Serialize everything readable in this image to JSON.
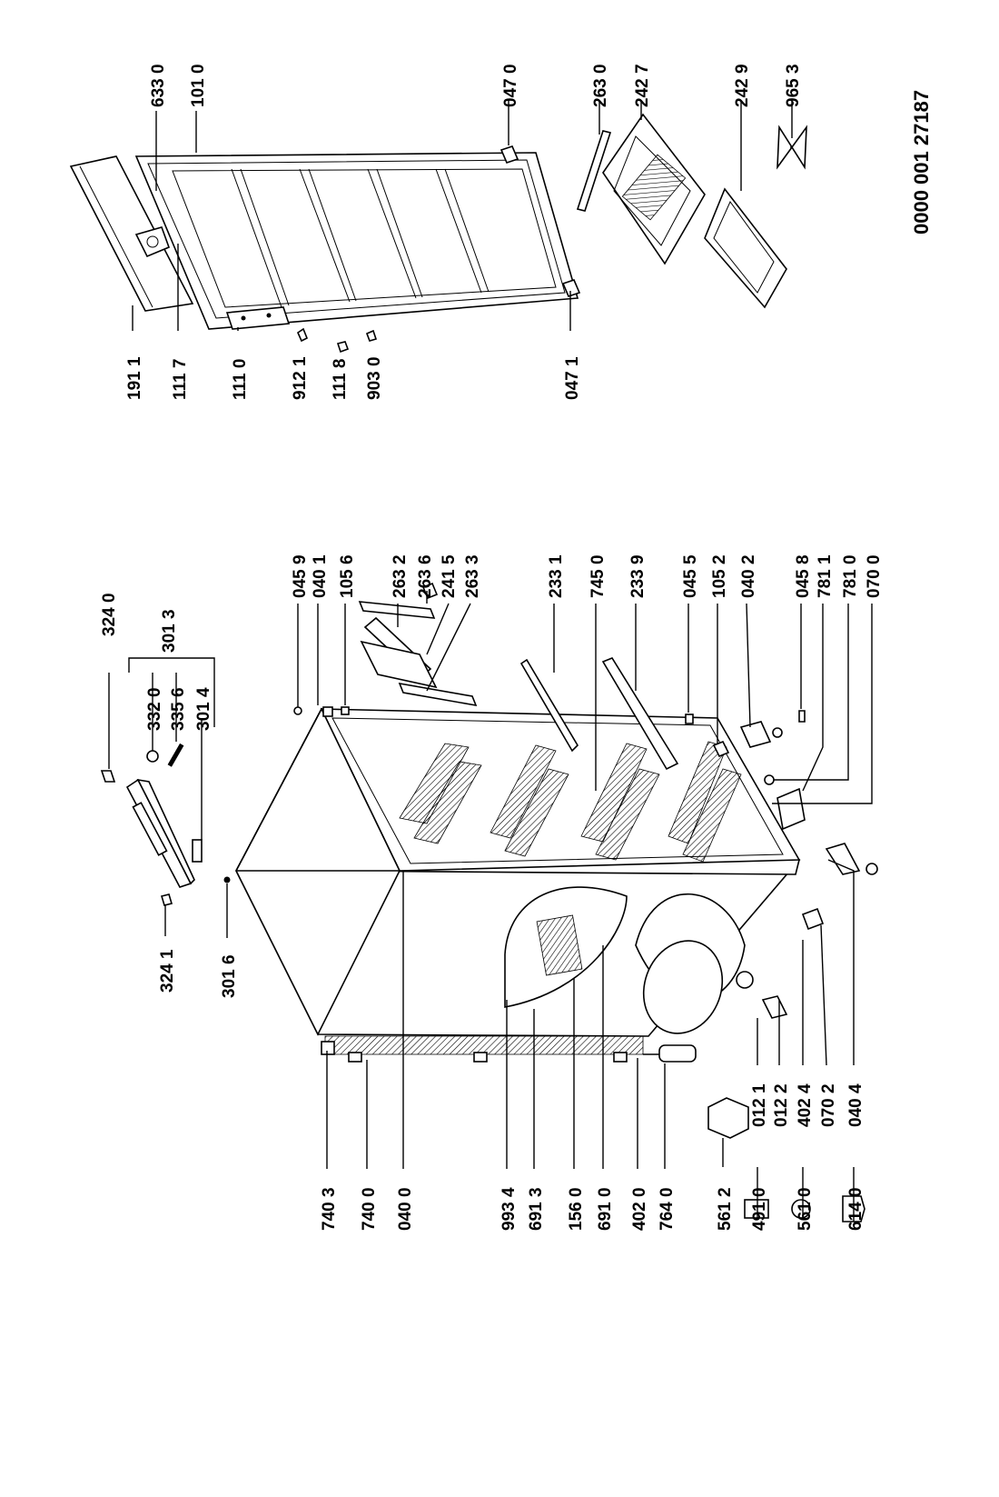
{
  "document_number": "0000 001 27187",
  "callouts": {
    "n324_0": "324 0",
    "n301_3": "301 3",
    "n332_0": "332 0",
    "n335_6": "335 6",
    "n301_4": "301 4",
    "n324_1": "324 1",
    "n301_6": "301 6",
    "n045_9": "045 9",
    "n040_1": "040 1",
    "n105_6": "105 6",
    "n263_2": "263 2",
    "n263_6": "263 6",
    "n241_5": "241 5",
    "n263_3": "263 3",
    "n233_1": "233 1",
    "n745_0": "745 0",
    "n233_9": "233 9",
    "n045_5": "045 5",
    "n105_2": "105 2",
    "n040_2": "040 2",
    "n045_8": "045 8",
    "n781_1": "781 1",
    "n781_0": "781 0",
    "n070_0": "070 0",
    "n740_3": "740 3",
    "n740_0": "740 0",
    "n040_0": "040 0",
    "n993_4": "993 4",
    "n691_3": "691 3",
    "n156_0": "156 0",
    "n691_0": "691 0",
    "n402_0": "402 0",
    "n764_0": "764 0",
    "n561_2": "561 2",
    "n491_0": "491 0",
    "n561_0": "561 0",
    "n614_0": "614 0",
    "n012_1": "012 1",
    "n012_2": "012 2",
    "n402_4": "402 4",
    "n070_2": "070 2",
    "n040_4": "040 4",
    "n633_0": "633 0",
    "n101_0": "101 0",
    "n047_0": "047 0",
    "n263_0": "263 0",
    "n242_7": "242 7",
    "n242_9": "242 9",
    "n965_3": "965 3",
    "n191_1": "191 1",
    "n111_7": "111 7",
    "n111_0": "111 0",
    "n912_1": "912 1",
    "n111_8": "111 8",
    "n903_0": "903 0",
    "n047_1": "047 1"
  }
}
